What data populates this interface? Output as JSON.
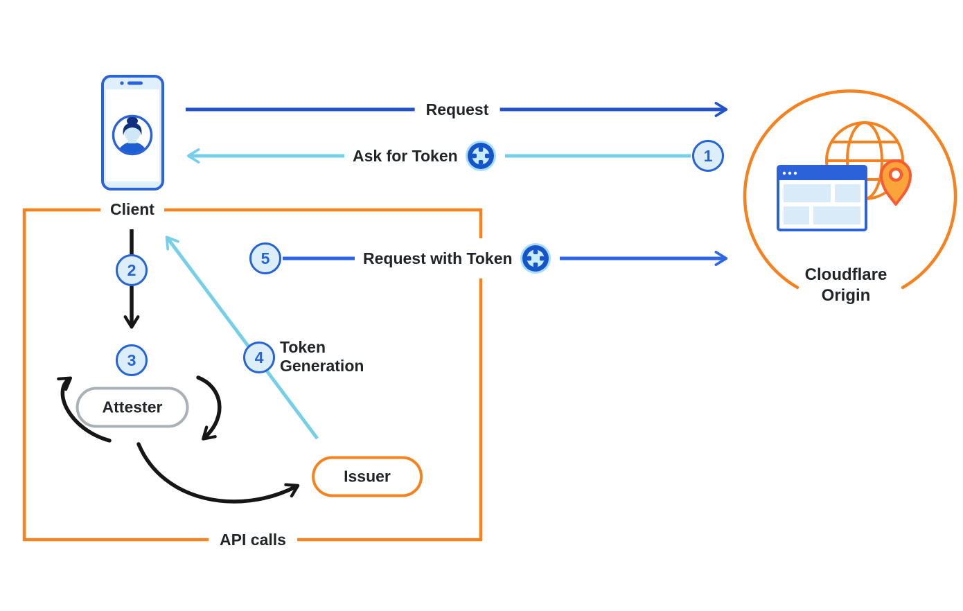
{
  "nodes": {
    "client": {
      "label": "Client"
    },
    "cloudflare_origin": {
      "label_line1": "Cloudflare",
      "label_line2": "Origin"
    },
    "attester": {
      "label": "Attester"
    },
    "issuer": {
      "label": "Issuer"
    }
  },
  "flows": {
    "request": {
      "label": "Request"
    },
    "ask_for_token": {
      "label": "Ask for Token",
      "step": "1"
    },
    "client_to_attester": {
      "step": "2"
    },
    "attestation": {
      "step": "3"
    },
    "token_generation": {
      "label_line1": "Token",
      "label_line2": "Generation",
      "step": "4"
    },
    "request_with_token": {
      "label": "Request with Token",
      "step": "5"
    },
    "api_calls": {
      "label": "API calls"
    }
  },
  "colors": {
    "brand_orange": "#F6821F",
    "pin_red_orange": "#F85A33",
    "pin_amber": "#FBA43A",
    "request_arrow_blue": "#2251C9",
    "request_with_token_arrow_blue": "#2C66E4",
    "token_arrow_light_blue": "#76CFE9",
    "device_blue": "#2B62D9",
    "badge_border_blue": "#2563D7",
    "badge_fill": "#DDEEFB",
    "attester_border_gray": "#A9B0B6",
    "black_arrow": "#161616",
    "text": "#222528"
  }
}
